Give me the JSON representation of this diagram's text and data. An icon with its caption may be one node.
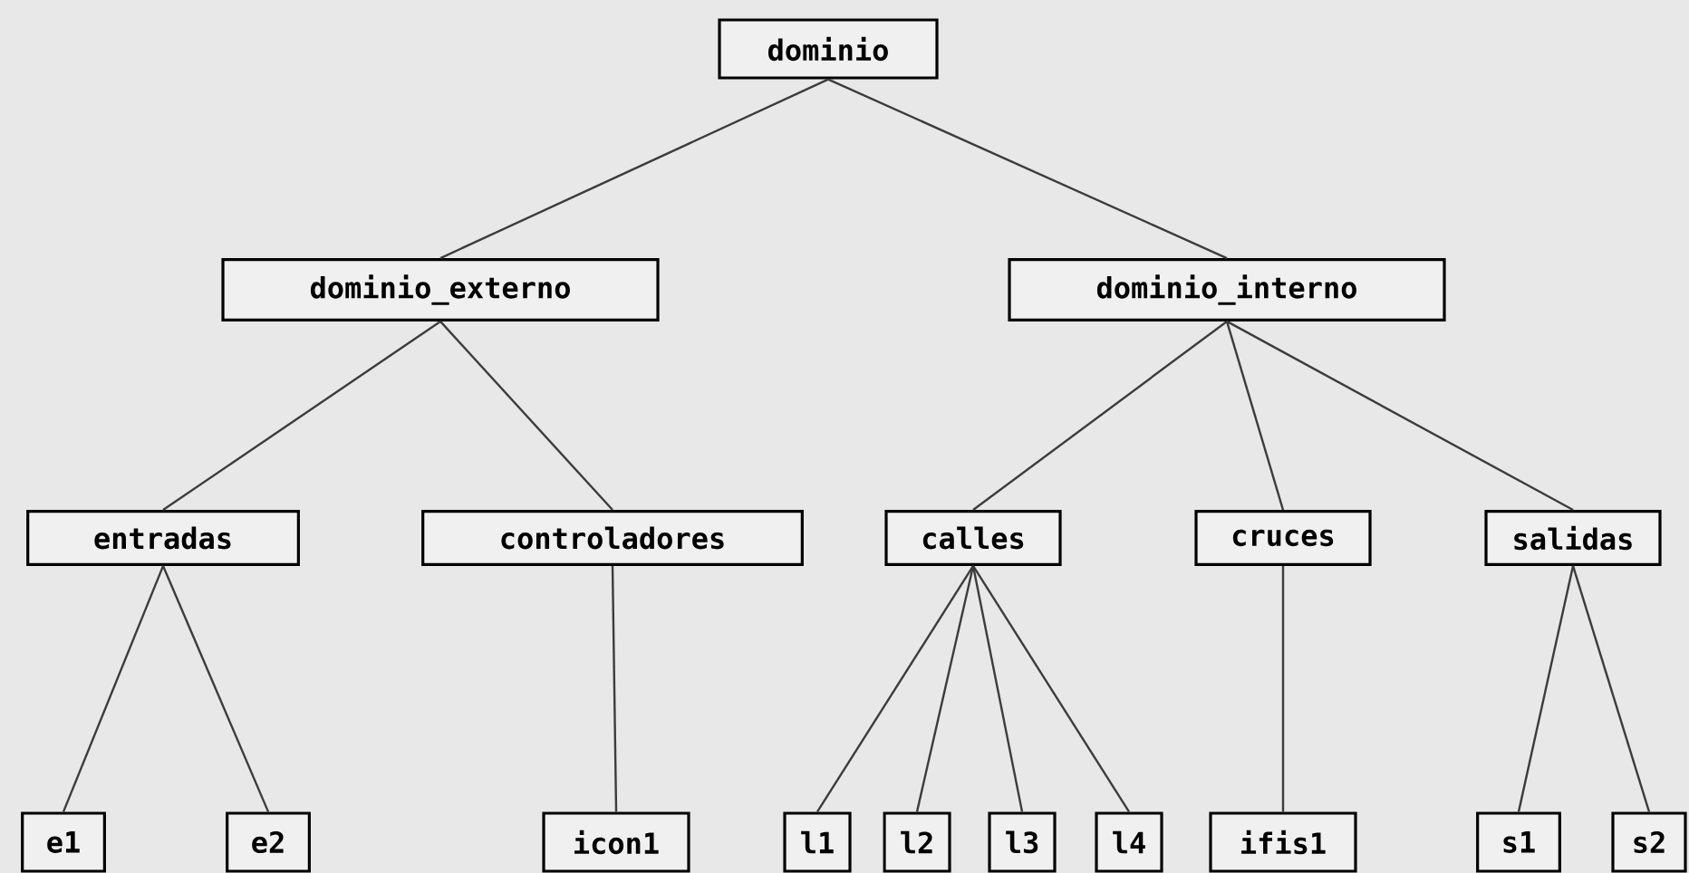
{
  "diagram": {
    "nodes": [
      {
        "text": [
          "dominio"
        ]
      },
      {
        "text": [
          "dominio_externo"
        ]
      },
      {
        "text": [
          "dominio_interno"
        ]
      },
      {
        "text": [
          "entradas"
        ]
      },
      {
        "text": [
          "controladores"
        ]
      },
      {
        "text": [
          "calles"
        ]
      },
      {
        "text": [
          "cruces"
        ]
      },
      {
        "text": [
          "salidas"
        ]
      },
      {
        "text": [
          "e1"
        ]
      },
      {
        "text": [
          "e2"
        ]
      },
      {
        "text": [
          "icon1"
        ]
      },
      {
        "text": [
          "l1"
        ]
      },
      {
        "text": [
          "l2"
        ]
      },
      {
        "text": [
          "l3"
        ]
      },
      {
        "text": [
          "l4"
        ]
      },
      {
        "text": [
          "ifis1"
        ]
      },
      {
        "text": [
          "s1"
        ]
      },
      {
        "text": [
          "s2"
        ]
      }
    ],
    "edges": [
      {
        "from": 0,
        "to": 1,
        "arrow": "none"
      },
      {
        "from": 0,
        "to": 2,
        "arrow": "none"
      },
      {
        "from": 1,
        "to": 3,
        "arrow": "none"
      },
      {
        "from": 1,
        "to": 4,
        "arrow": "none"
      },
      {
        "from": 2,
        "to": 5,
        "arrow": "none"
      },
      {
        "from": 2,
        "to": 6,
        "arrow": "none"
      },
      {
        "from": 2,
        "to": 7,
        "arrow": "none"
      },
      {
        "from": 3,
        "to": 8,
        "arrow": "none"
      },
      {
        "from": 3,
        "to": 9,
        "arrow": "none"
      },
      {
        "from": 4,
        "to": 10,
        "arrow": "none"
      },
      {
        "from": 5,
        "to": 11,
        "arrow": "none"
      },
      {
        "from": 5,
        "to": 12,
        "arrow": "none"
      },
      {
        "from": 5,
        "to": 13,
        "arrow": "none"
      },
      {
        "from": 5,
        "to": 14,
        "arrow": "none"
      },
      {
        "from": 6,
        "to": 15,
        "arrow": "none"
      },
      {
        "from": 7,
        "to": 16,
        "arrow": "none"
      },
      {
        "from": 7,
        "to": 17,
        "arrow": "none"
      }
    ]
  }
}
